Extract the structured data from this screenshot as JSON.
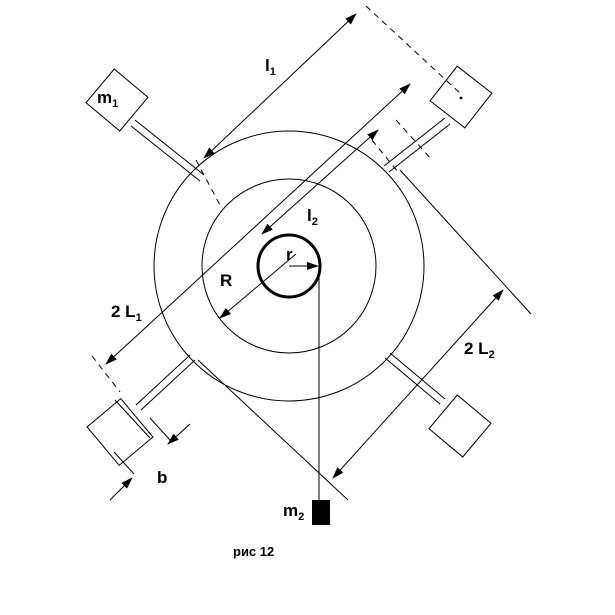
{
  "labels": {
    "m1": "m",
    "m1_sub": "1",
    "l1": "l",
    "l1_sub": "1",
    "l2": "l",
    "l2_sub": "2",
    "r": "r",
    "R": "R",
    "L1": "2 L",
    "L1_sub": "1",
    "L2": "2 L",
    "L2_sub": "2",
    "b": "b",
    "m2": "m",
    "m2_sub": "2"
  },
  "caption": "рис 12"
}
